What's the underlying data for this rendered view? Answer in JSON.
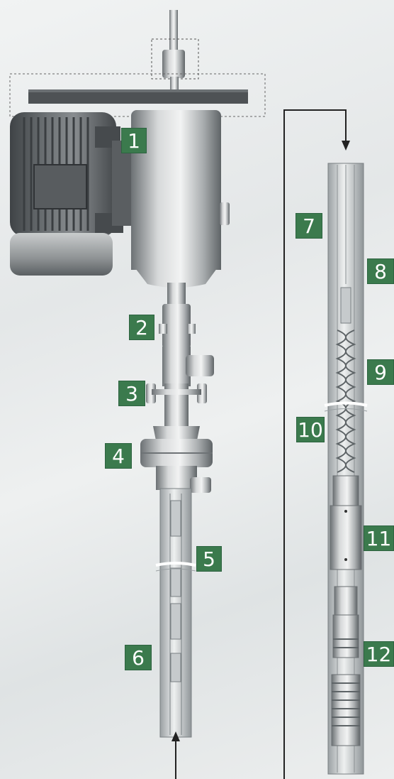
{
  "colors": {
    "label_bg": "#3b7a4d",
    "label_text": "#ffffff",
    "metal_light": "#d7d9da",
    "metal_dark": "#6c7174",
    "motor_dark": "#55595c",
    "flow_line": "#222222"
  },
  "callouts": [
    {
      "id": "1",
      "text": "1"
    },
    {
      "id": "2",
      "text": "2"
    },
    {
      "id": "3",
      "text": "3"
    },
    {
      "id": "4",
      "text": "4"
    },
    {
      "id": "5",
      "text": "5"
    },
    {
      "id": "6",
      "text": "6"
    },
    {
      "id": "7",
      "text": "7"
    },
    {
      "id": "8",
      "text": "8"
    },
    {
      "id": "9",
      "text": "9"
    },
    {
      "id": "10",
      "text": "10"
    },
    {
      "id": "11",
      "text": "11"
    },
    {
      "id": "12",
      "text": "12"
    }
  ]
}
